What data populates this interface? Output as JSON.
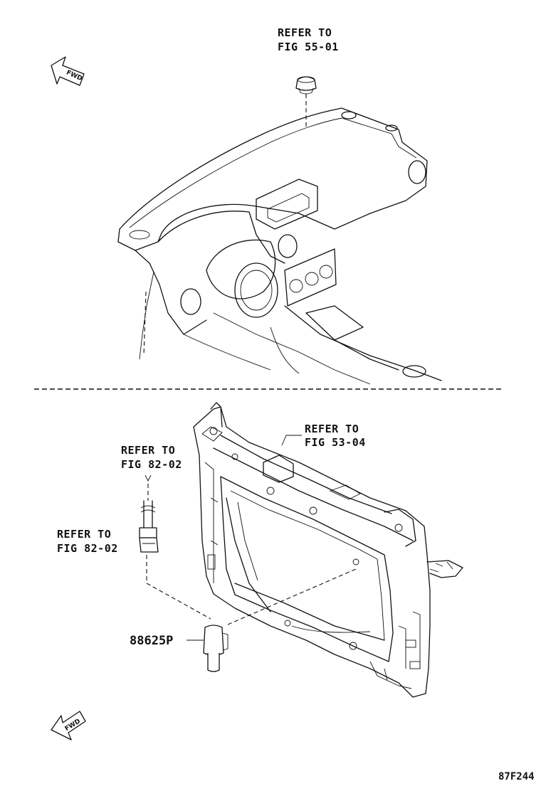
{
  "top_section": {
    "callout": {
      "line1": "REFER TO",
      "line2": "FIG 55-01"
    },
    "fwd_label": "FWD"
  },
  "bottom_section": {
    "callout_radiator_support": {
      "line1": "REFER TO",
      "line2": "FIG 53-04"
    },
    "callout_wire": {
      "line1": "REFER TO",
      "line2": "FIG 82-02"
    },
    "callout_connector": {
      "line1": "REFER TO",
      "line2": "FIG 82-02"
    },
    "part_number": "88625P",
    "fwd_label": "FWD"
  },
  "figure_code": "87F244"
}
